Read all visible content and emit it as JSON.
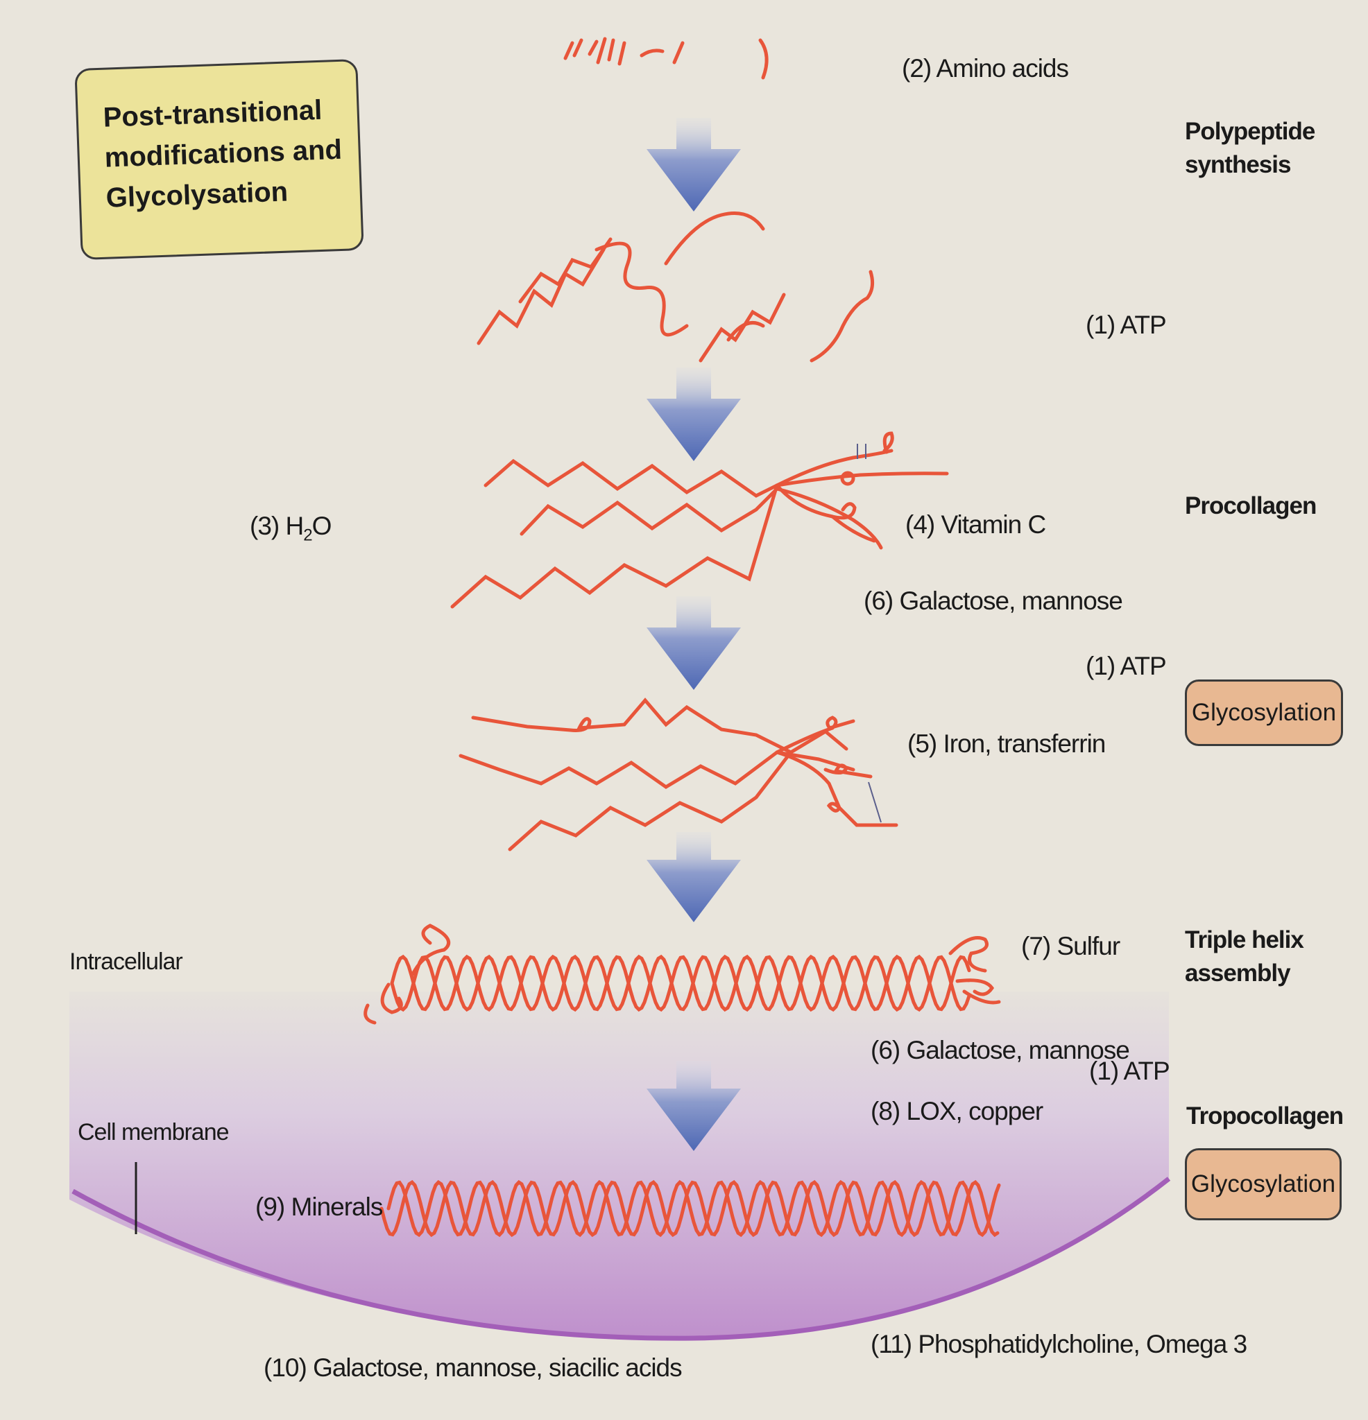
{
  "title": "Post-transitional modifications and Glycolysation",
  "stages": {
    "polypeptide": "Polypeptide synthesis",
    "procollagen": "Procollagen",
    "triple_helix": "Triple helix assembly",
    "tropocollagen": "Tropocollagen"
  },
  "badges": {
    "glycosylation_1": "Glycosylation",
    "glycosylation_2": "Glycosylation"
  },
  "regions": {
    "intracellular": "Intracellular",
    "cell_membrane": "Cell membrane"
  },
  "inputs": {
    "amino_acids": "(2) Amino acids",
    "atp_1": "(1) ATP",
    "water_prefix": "(3) H",
    "water_sub": "2",
    "water_suffix": "O",
    "vitamin_c": "(4) Vitamin C",
    "galactose_mannose_1": "(6) Galactose, mannose",
    "atp_2": "(1) ATP",
    "iron_transferrin": "(5) Iron, transferrin",
    "sulfur": "(7) Sulfur",
    "galactose_mannose_2": "(6) Galactose, mannose",
    "atp_3": "(1) ATP",
    "lox_copper": "(8) LOX, copper",
    "minerals": "(9) Minerals",
    "sugars_sialic": "(10) Galactose, mannose, siacilic acids",
    "phosphatidylcholine": "(11) Phosphatidylcholine, Omega 3"
  },
  "colors": {
    "strand": "#e8553a",
    "arrow": "#5670b8",
    "membrane": "#a35fb8",
    "title_box": "#ece39a",
    "badge": "#e8b892"
  }
}
